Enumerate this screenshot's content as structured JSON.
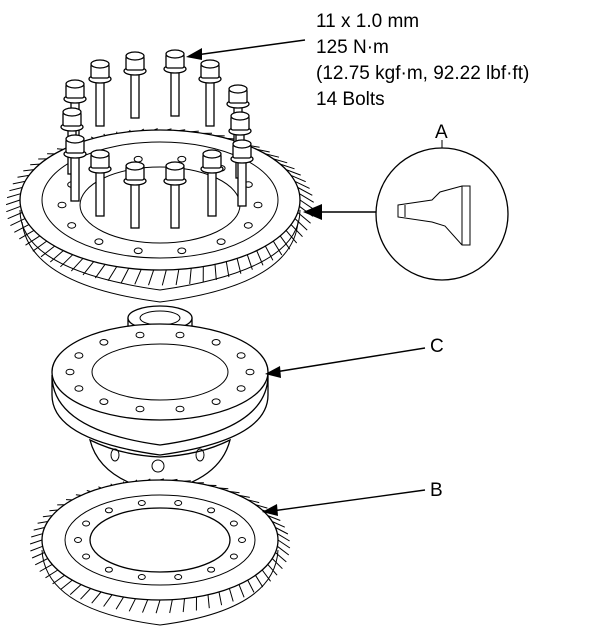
{
  "spec": {
    "lines": [
      "11 x 1.0 mm",
      "125 N·m",
      "(12.75 kgf·m, 92.22 lbf·ft)",
      "14 Bolts"
    ]
  },
  "labels": {
    "a": "A",
    "b": "B",
    "c": "C"
  },
  "colors": {
    "line": "#000000",
    "background": "#ffffff"
  }
}
